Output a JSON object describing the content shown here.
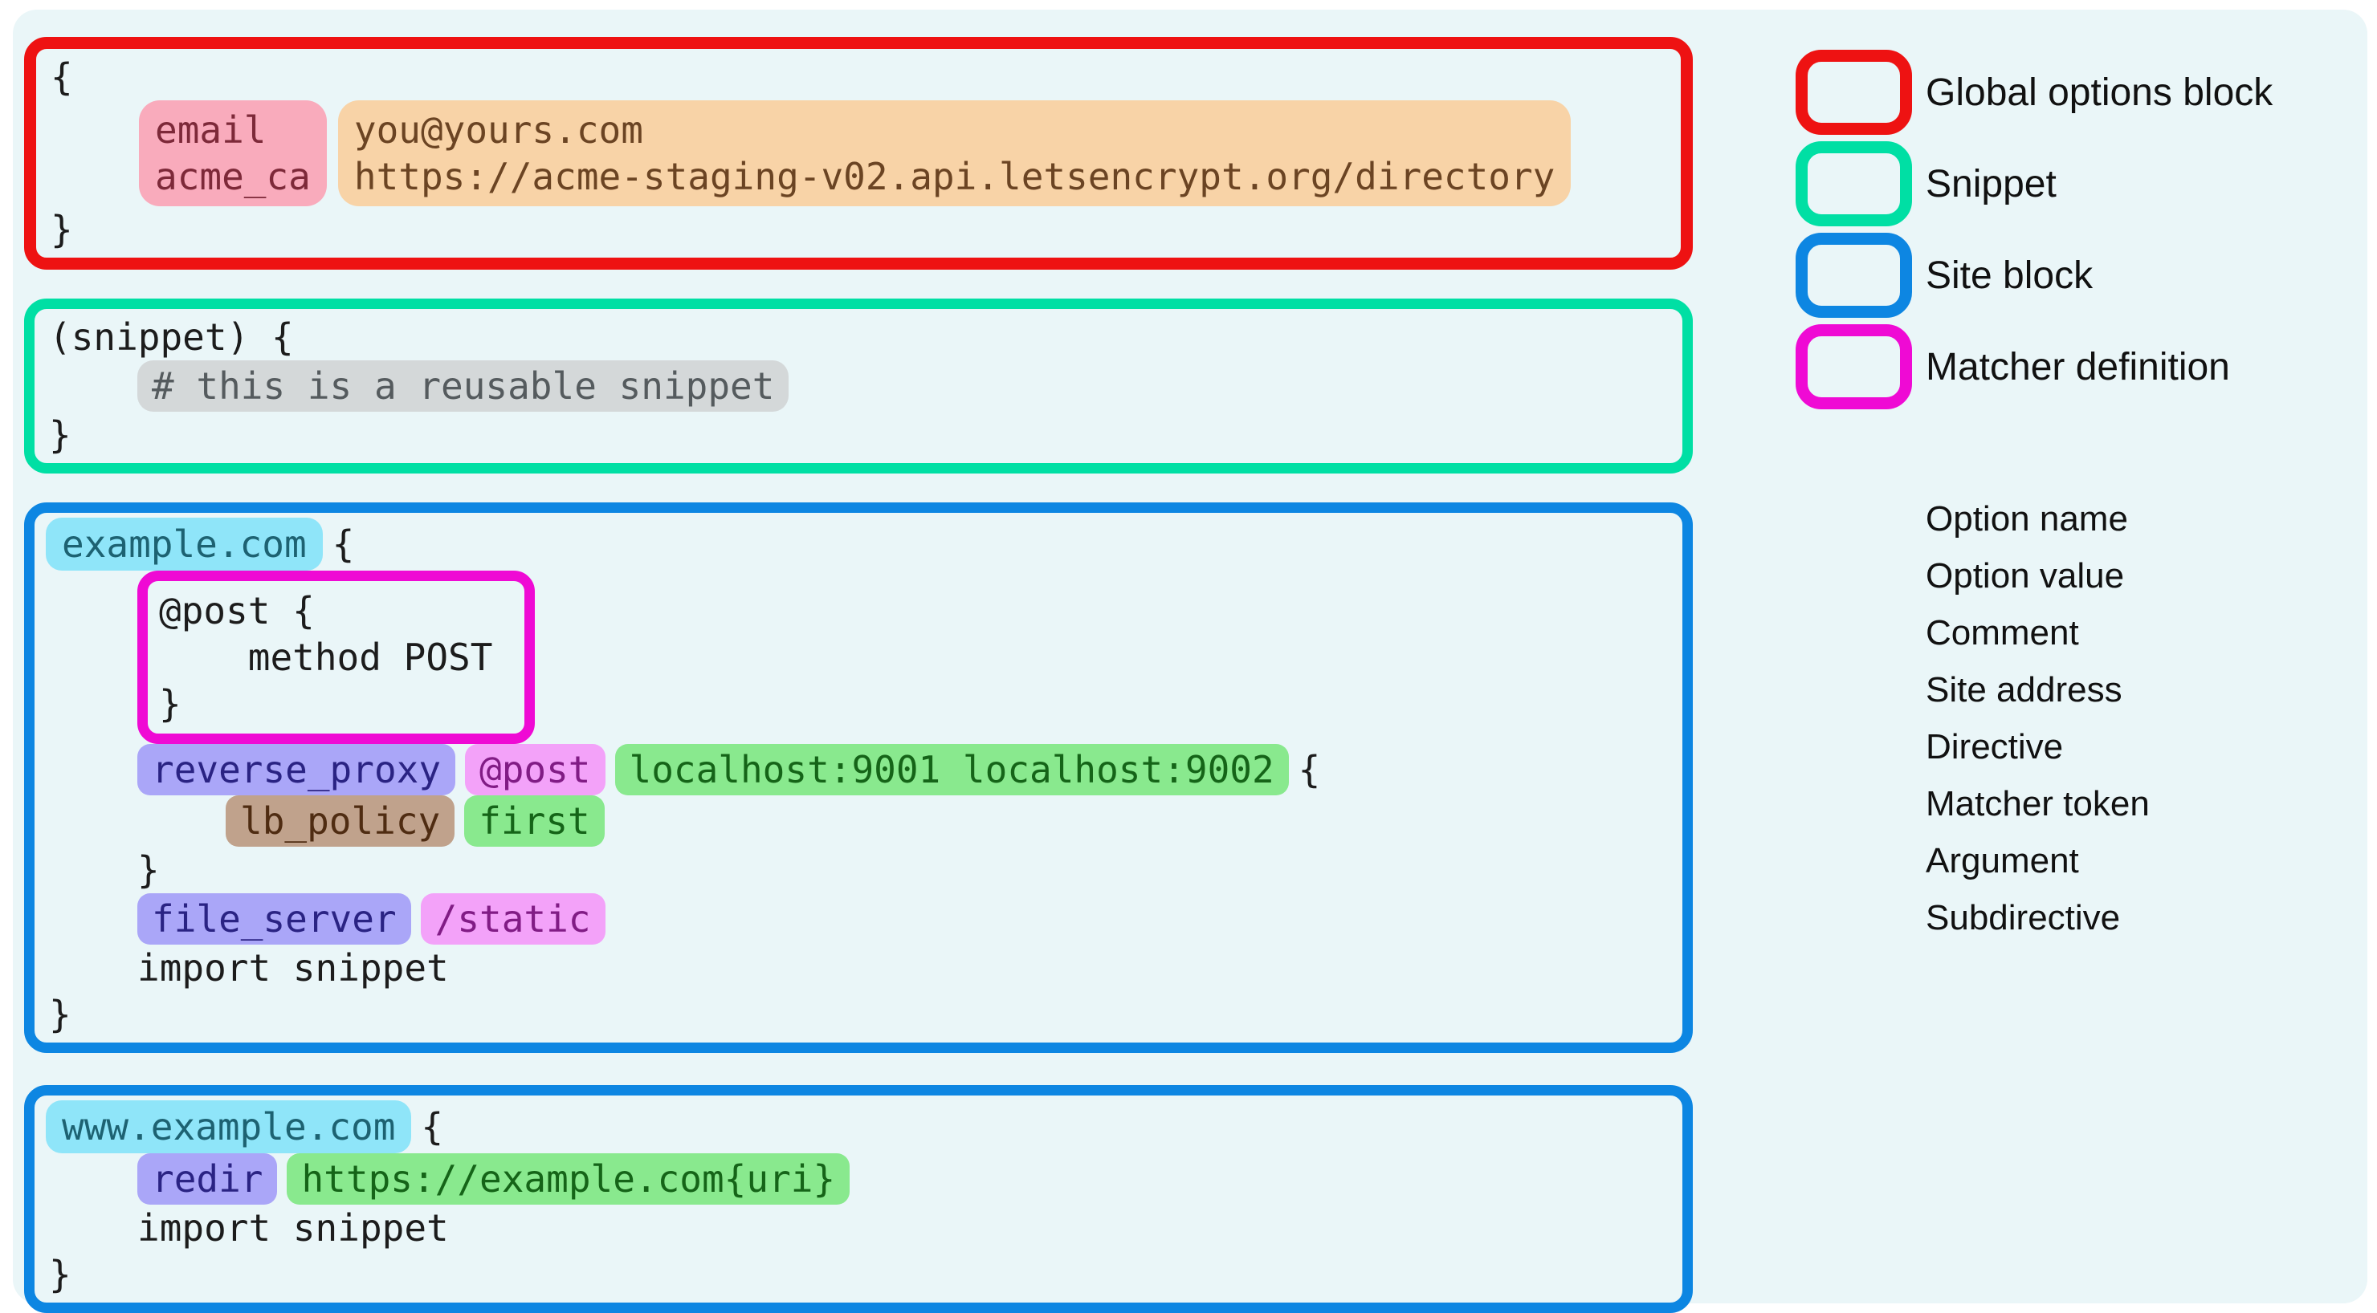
{
  "colors": {
    "page_bg": "#ffffff",
    "canvas_bg": "#eaf6f8",
    "code_text": "#1c1c1c",
    "legend_text": "#111111",
    "global_border": "#ee1212",
    "snippet_border": "#00dfa4",
    "site_border": "#0d86e2",
    "matcher_border": "#ef0ad4",
    "option_name_bg": "#f9abbc",
    "option_name_text": "#7d2939",
    "option_value_bg": "#f8d3a7",
    "option_value_text": "#6b4423",
    "comment_bg": "#d4d8d9",
    "comment_text": "#555b5e",
    "site_address_bg": "#8fe5f9",
    "site_address_text": "#1d6272",
    "directive_bg": "#aaa6f8",
    "directive_text": "#2a2383",
    "matcher_token_bg": "#f3a2f9",
    "matcher_token_text": "#811c85",
    "argument_bg": "#89e98e",
    "argument_text": "#156418",
    "subdirective_bg": "#c0a28c",
    "subdirective_text": "#4f2c12"
  },
  "code": {
    "global_block": {
      "open_brace": "{",
      "option_names": [
        "email",
        "acme_ca"
      ],
      "option_values": [
        "you@yours.com",
        "https://acme-staging-v02.api.letsencrypt.org/directory"
      ],
      "close_brace": "}"
    },
    "snippet_block": {
      "header": "(snippet) {",
      "comment": "# this is a reusable snippet",
      "close_brace": "}"
    },
    "site_block_1": {
      "address": "example.com",
      "open_brace": "{",
      "matcher_lines": [
        "@post {",
        "    method POST",
        "}"
      ],
      "reverse_proxy_line": {
        "directive": "reverse_proxy",
        "matcher_token": "@post",
        "arguments": "localhost:9001 localhost:9002",
        "open_brace": "{"
      },
      "lb_line": {
        "subdirective": "lb_policy",
        "argument": "first"
      },
      "inner_close_brace": "}",
      "file_server_line": {
        "directive": "file_server",
        "matcher_token": "/static"
      },
      "import_line": "import snippet",
      "close_brace": "}"
    },
    "site_block_2": {
      "address": "www.example.com",
      "open_brace": "{",
      "redir_line": {
        "directive": "redir",
        "argument": "https://example.com{uri}"
      },
      "import_line": "import snippet",
      "close_brace": "}"
    }
  },
  "legend": {
    "block_types": [
      {
        "label": "Global options block",
        "color_key": "global_border"
      },
      {
        "label": "Snippet",
        "color_key": "snippet_border"
      },
      {
        "label": "Site block",
        "color_key": "site_border"
      },
      {
        "label": "Matcher definition",
        "color_key": "matcher_border"
      }
    ],
    "token_types": [
      {
        "label": "Option name",
        "color_key": "option_name_bg"
      },
      {
        "label": "Option value",
        "color_key": "option_value_bg"
      },
      {
        "label": "Comment",
        "color_key": "comment_bg"
      },
      {
        "label": "Site address",
        "color_key": "site_address_bg"
      },
      {
        "label": "Directive",
        "color_key": "directive_bg"
      },
      {
        "label": "Matcher token",
        "color_key": "matcher_token_bg"
      },
      {
        "label": "Argument",
        "color_key": "argument_bg"
      },
      {
        "label": "Subdirective",
        "color_key": "subdirective_bg"
      }
    ]
  }
}
